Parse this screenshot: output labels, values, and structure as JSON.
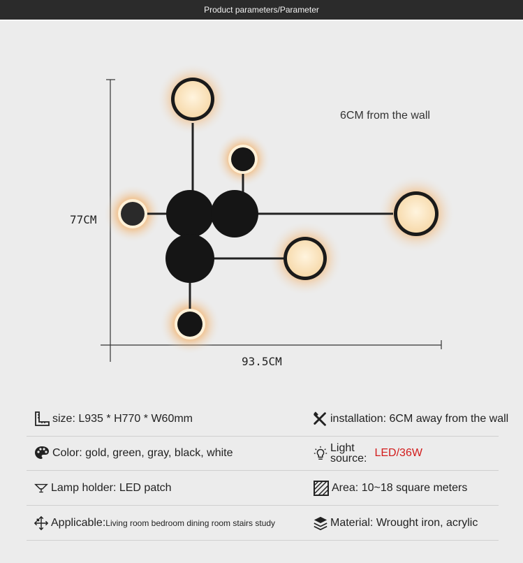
{
  "header": {
    "title": "Product parameters/Parameter"
  },
  "dimensions": {
    "height_label": "77CM",
    "width_label": "93.5CM",
    "wall_note": "6CM from the wall"
  },
  "specs": {
    "size": {
      "icon": "ruler-icon",
      "label": "size:",
      "value": "L935 * H770 * W60mm"
    },
    "installation": {
      "icon": "tools-icon",
      "label": "installation:",
      "value": "6CM away from the wall"
    },
    "color": {
      "icon": "palette-icon",
      "label": "Color:",
      "value": "gold, green, gray, black, white"
    },
    "light_source": {
      "icon": "bulb-icon",
      "label_line1": "Light",
      "label_line2": "source:",
      "value": "LED/36W",
      "value_color": "#d21c1c"
    },
    "lamp_holder": {
      "icon": "lamp-icon",
      "label": "Lamp holder:",
      "value": "LED patch"
    },
    "area": {
      "icon": "area-icon",
      "label": "Area:",
      "value": "10~18 square meters"
    },
    "applicable": {
      "icon": "expand-icon",
      "label": "Applicable:",
      "value": "Living room bedroom dining room stairs study"
    },
    "material": {
      "icon": "layers-icon",
      "label": "Material:",
      "value": "Wrought iron, acrylic"
    }
  }
}
